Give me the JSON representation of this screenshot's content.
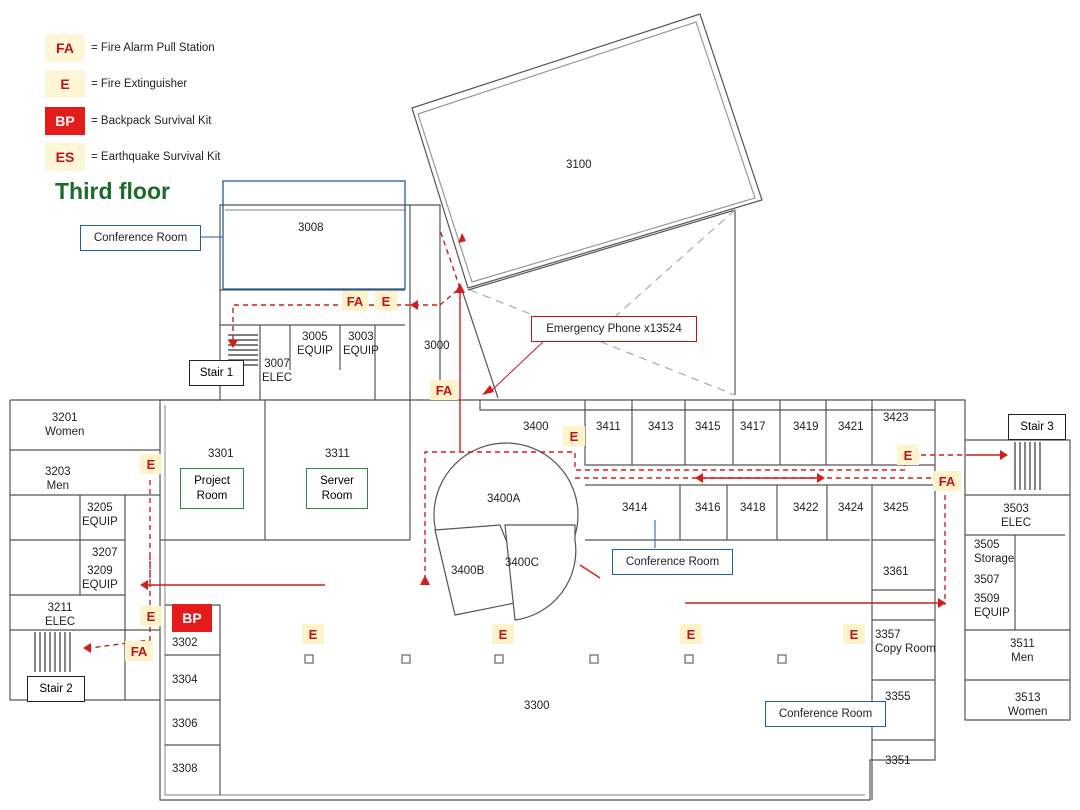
{
  "legend": {
    "fa": {
      "symbol": "FA",
      "label": "= Fire Alarm Pull Station"
    },
    "e": {
      "symbol": "E",
      "label": "= Fire Extinguisher"
    },
    "bp": {
      "symbol": "BP",
      "label": "= Backpack Survival Kit"
    },
    "es": {
      "symbol": "ES",
      "label": "= Earthquake Survival Kit"
    }
  },
  "floor_title": "Third floor",
  "callouts": {
    "conf_3008": "Conference Room",
    "emergency_phone": "Emergency Phone x13524",
    "stair1": "Stair 1",
    "stair2": "Stair 2",
    "stair3": "Stair 3",
    "conf_3400": "Conference Room",
    "conf_3300": "Conference Room"
  },
  "rooms": {
    "r3100": "3100",
    "r3008": "3008",
    "r3000": "3000",
    "r3005": [
      "3005",
      "EQUIP"
    ],
    "r3003": [
      "3003",
      "EQUIP"
    ],
    "r3007": [
      "3007",
      "ELEC"
    ],
    "r3201": [
      "3201",
      "Women"
    ],
    "r3203": [
      "3203",
      "Men"
    ],
    "r3205": [
      "3205",
      "EQUIP"
    ],
    "r3207": "3207",
    "r3209": [
      "3209",
      "EQUIP"
    ],
    "r3211": [
      "3211",
      "ELEC"
    ],
    "r3301": "3301",
    "r3311": "3311",
    "project_room": [
      "Project",
      "Room"
    ],
    "server_room": [
      "Server",
      "Room"
    ],
    "r3400": "3400",
    "r3400a": "3400A",
    "r3400b": "3400B",
    "r3400c": "3400C",
    "north_offices": [
      "3411",
      "3413",
      "3415",
      "3417",
      "3419",
      "3421",
      "3423"
    ],
    "south_offices": [
      "3414",
      "3416",
      "3418",
      "3422",
      "3424",
      "3425"
    ],
    "r3361": "3361",
    "r3503": [
      "3503",
      "ELEC"
    ],
    "r3505": [
      "3505",
      "Storage"
    ],
    "r3507": "3507",
    "r3509": [
      "3509",
      "EQUIP"
    ],
    "r3511": [
      "3511",
      "Men"
    ],
    "r3513": [
      "3513",
      "Women"
    ],
    "r3357": [
      "3357",
      "Copy Room"
    ],
    "r3355": "3355",
    "r3351": "3351",
    "r3302": "3302",
    "r3304": "3304",
    "r3306": "3306",
    "r3308": "3308",
    "r3300": "3300"
  },
  "markers": {
    "fa": "FA",
    "e": "E",
    "bp": "BP"
  },
  "colors": {
    "route": "#d21e1e",
    "wall": "#444444",
    "conference_outline": "#1f5f9a",
    "title_green": "#1b6b2b"
  }
}
